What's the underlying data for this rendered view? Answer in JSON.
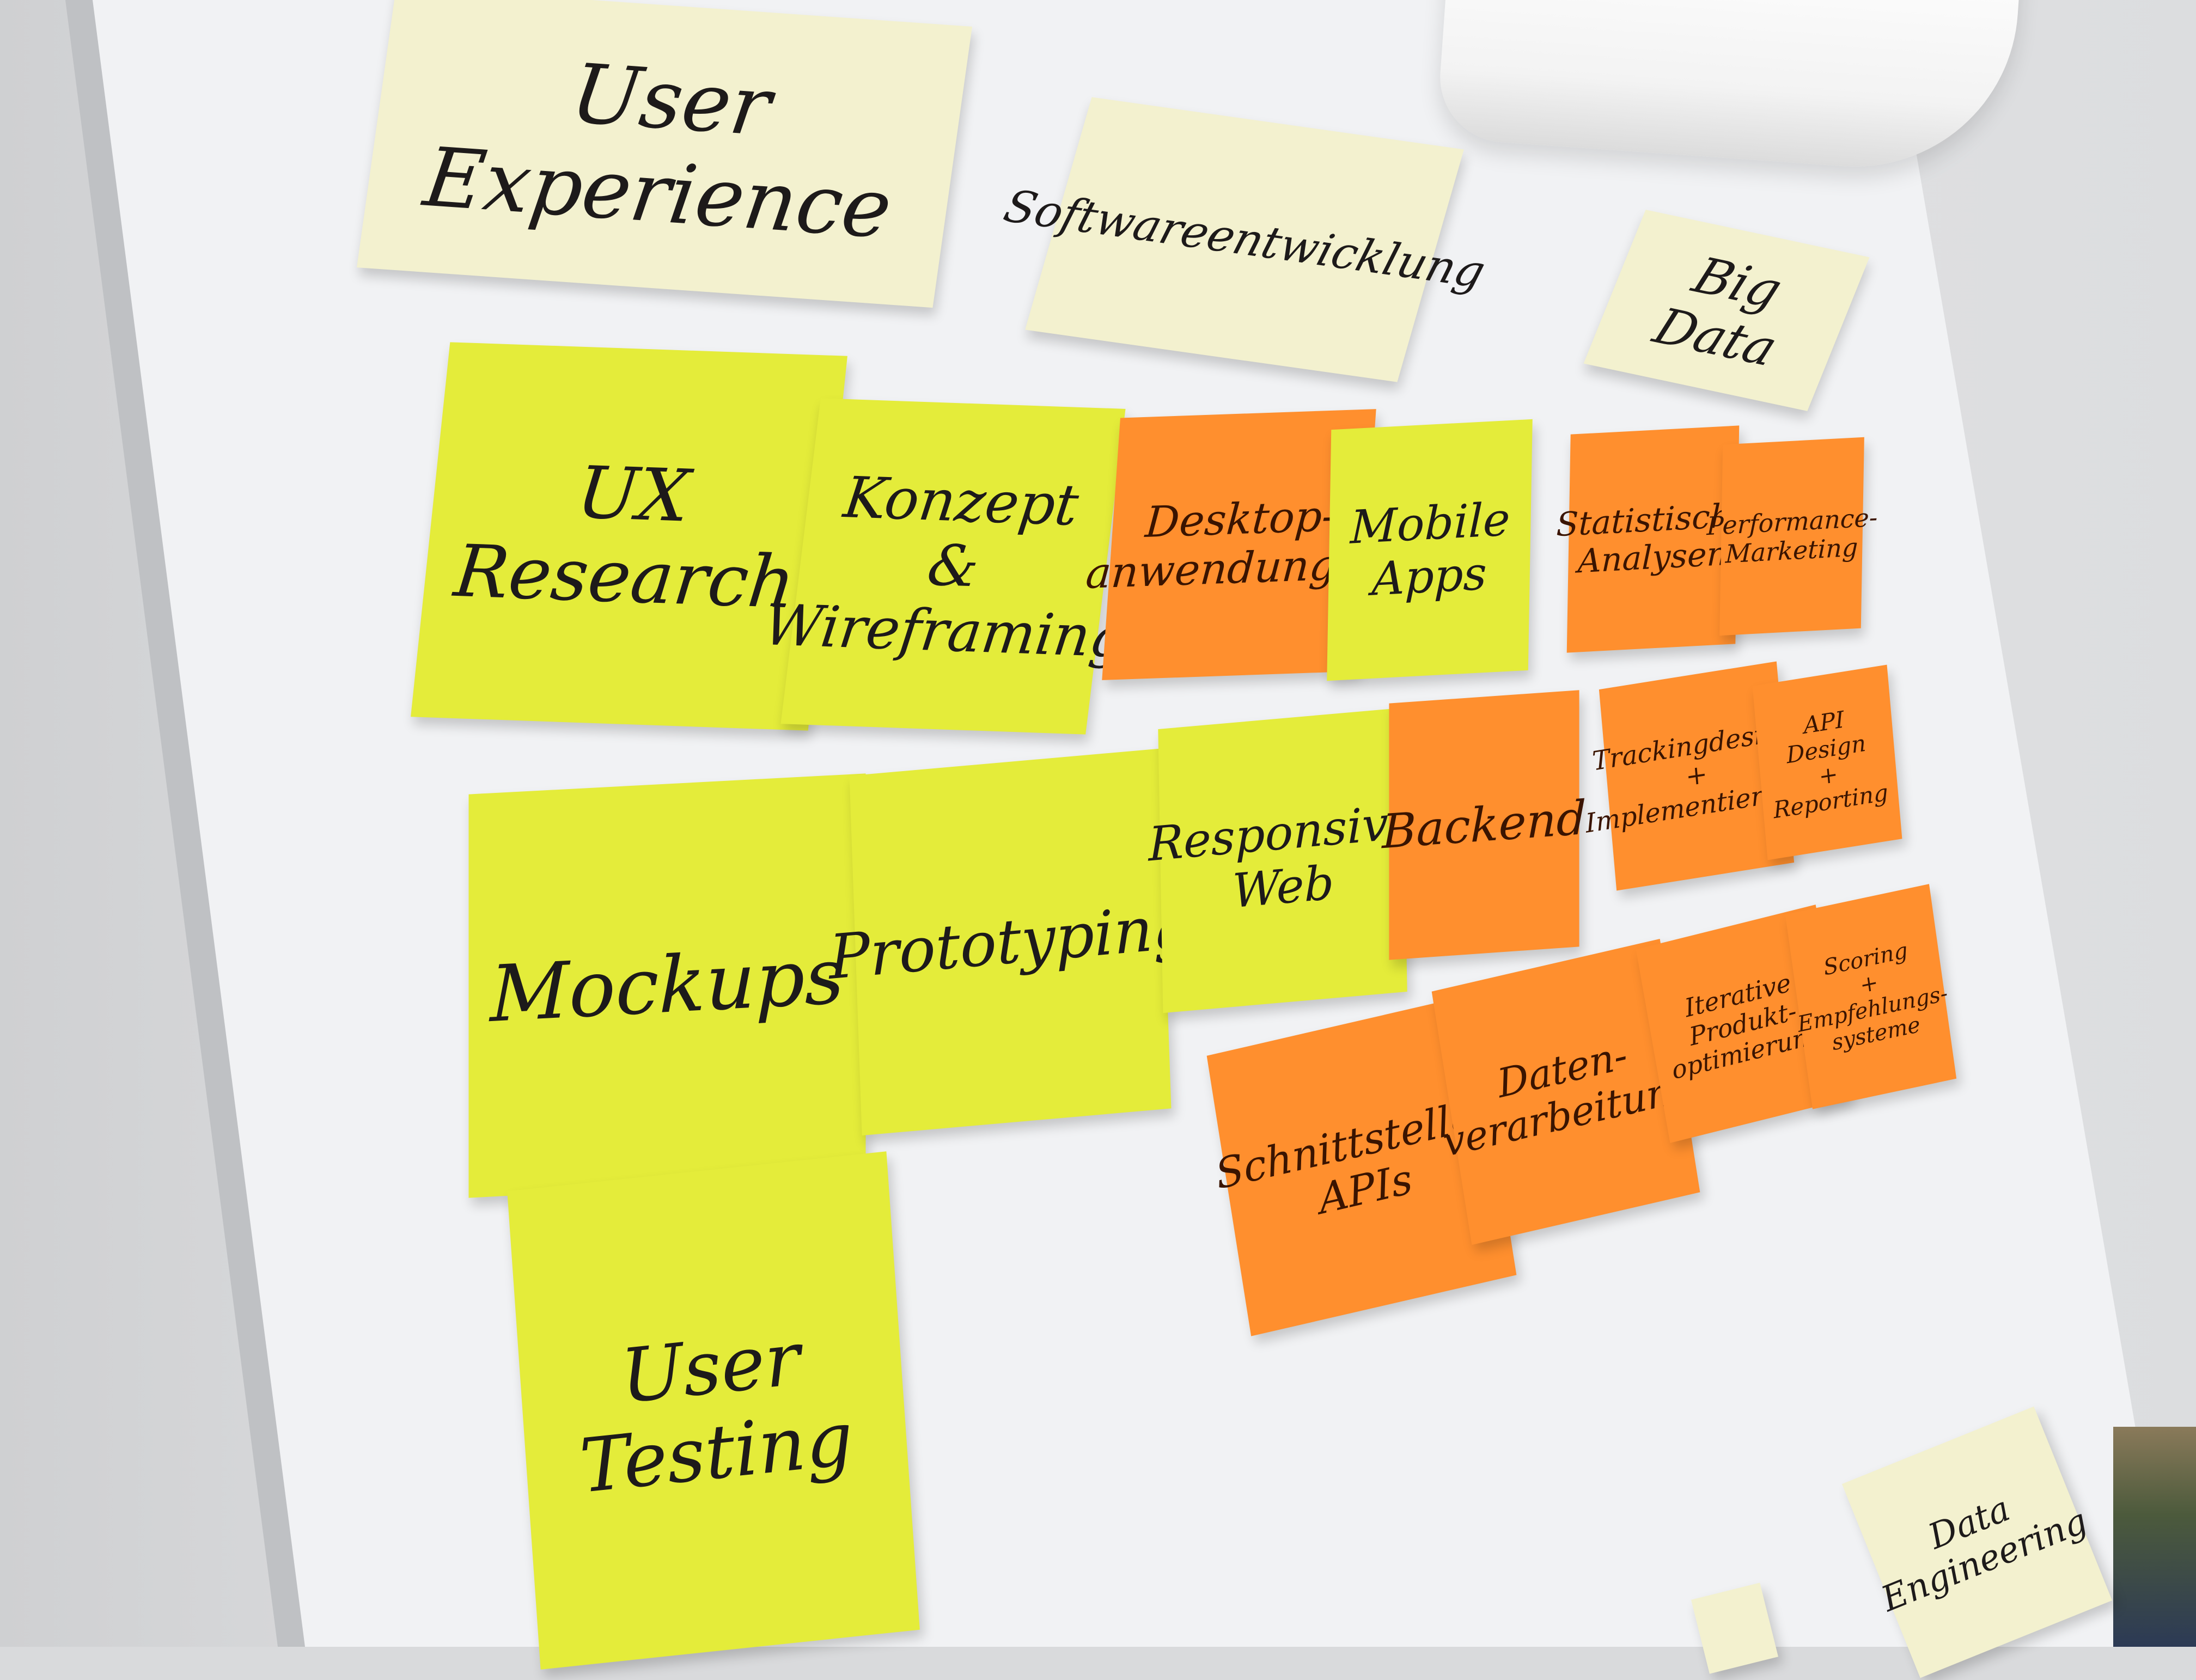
{
  "board": {
    "headings": {
      "ux": "User Experience",
      "software": "Softwareentwicklung",
      "bigdata": "Big Data",
      "data_engineering": "Data Engineering"
    },
    "ux_notes": [
      "UX Research",
      "Konzept\n& Wireframing",
      "Mockups",
      "Prototyping",
      "User Testing"
    ],
    "software_notes": [
      "Desktop-\nanwendungen",
      "Mobile\nApps",
      "Responsive\nWeb",
      "Backend",
      "Schnittstellen\nAPIs",
      "Daten-\nverarbeitung"
    ],
    "bigdata_notes": [
      "Statistische\nAnalysen",
      "Performance-\nMarketing",
      "Trackingdesign\n+\nImplementierung",
      "API Design\n+\nReporting",
      "Iterative\nProdukt-\noptimierung",
      "Scoring\n+\nEmpfehlungs-\nsysteme"
    ]
  },
  "colors": {
    "cream": "#f3f1cf",
    "yellow": "#e4ec3a",
    "orange": "#ff8f2e",
    "whiteboard": "#f1f2f4"
  }
}
